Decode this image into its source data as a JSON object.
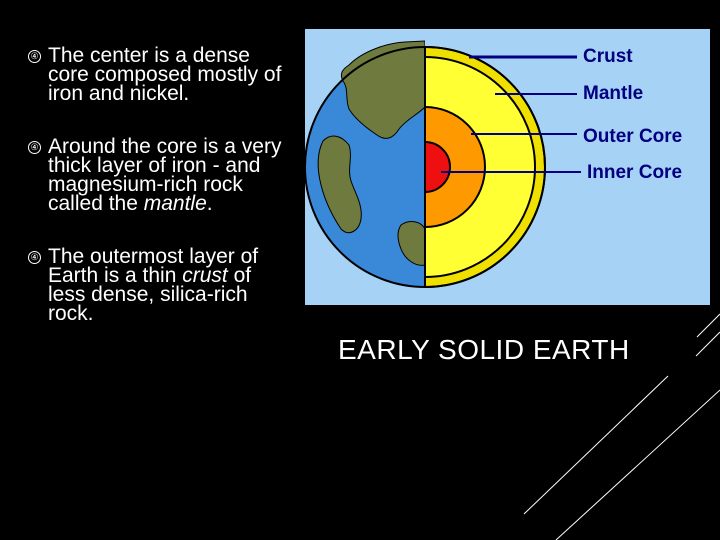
{
  "slide": {
    "title": "EARLY SOLID EARTH",
    "bullet_icon": "rotated-4-glyph-icon",
    "bullets": [
      {
        "text_before": "The center is a dense core composed mostly of iron and nickel.",
        "emphasis": "",
        "text_after": ""
      },
      {
        "text_before": "Around the core is a very thick layer of iron - and magnesium-rich rock called the ",
        "emphasis": "mantle",
        "text_after": "."
      },
      {
        "text_before": "The outermost layer of Earth is a thin ",
        "emphasis": "crust",
        "text_after": " of less dense, silica-rich rock."
      }
    ]
  },
  "diagram": {
    "labels": {
      "crust": "Crust",
      "mantle": "Mantle",
      "outer_core": "Outer Core",
      "inner_core": "Inner Core"
    },
    "colors": {
      "background": "#a6d2f5",
      "ocean": "#3a88d8",
      "land": "#6f7a3e",
      "crust": "#f0e000",
      "mantle": "#ffff33",
      "outer_core": "#ff9900",
      "inner_core": "#ee1010",
      "label_text": "#000080",
      "pointer_lines": "#000080"
    }
  }
}
